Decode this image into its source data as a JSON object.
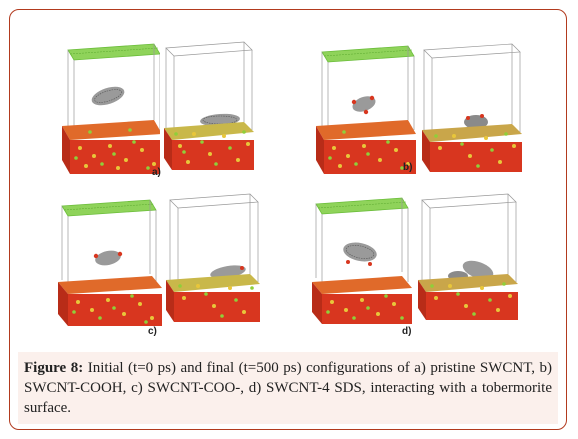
{
  "panels": [
    {
      "label": "a)"
    },
    {
      "label": "b)"
    },
    {
      "label": "c)"
    },
    {
      "label": "d)"
    }
  ],
  "caption": {
    "figure_label": "Figure 8:",
    "text": " Initial (t=0 ps) and final (t=500 ps) configurations of a) pristine SWCNT, b) SWCNT-COOH, c) SWCNT-COO-, d) SWCNT-4 SDS, interacting with a tobermorite surface."
  },
  "colors": {
    "border": "#b23a1e",
    "caption_bg": "#fbf0ec",
    "oxygen": "#d8361f",
    "calcium": "#8fcf3a",
    "silicon": "#e8c63a",
    "nanotube": "#8a8a8a",
    "layer": "#7cd34a"
  }
}
